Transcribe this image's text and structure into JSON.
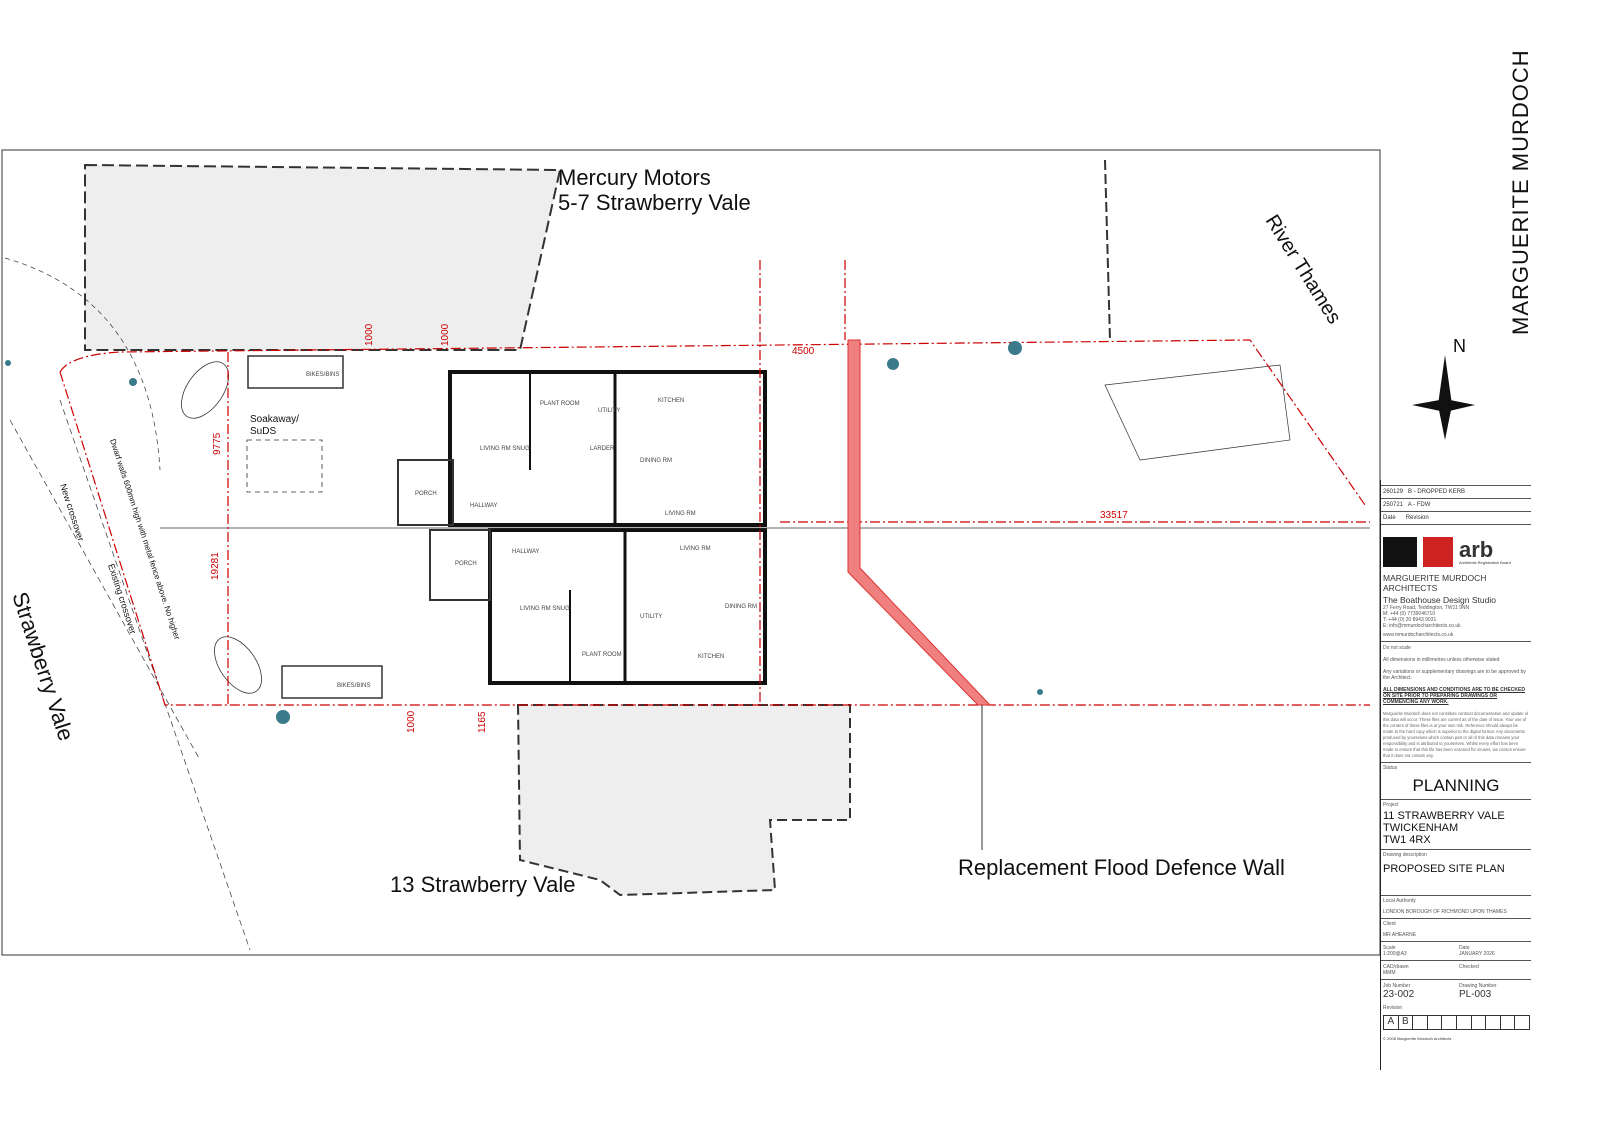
{
  "firm_vertical": "MARGUERITE   MURDOCH",
  "north": "N",
  "labels": {
    "mercury_1": "Mercury Motors",
    "mercury_2": "5-7 Strawberry Vale",
    "river": "River Thames",
    "street": "Strawberry Vale",
    "neighbour": "13 Strawberry Vale",
    "wall": "Replacement Flood Defence Wall",
    "soakaway_1": "Soakaway/",
    "soakaway_2": "SuDS",
    "new_crossover": "New crossover",
    "existing_crossover": "Existing crossover",
    "dwarf": "Dwarf walls 600mm high with metal fence above. No higher",
    "bikes": "BIKES/BINS"
  },
  "rooms": {
    "plant": "PLANT ROOM",
    "utility": "UTILITY",
    "kitchen": "KITCHEN",
    "snug": "LIVING RM SNUG",
    "larder": "LARDER",
    "dining": "DINING RM",
    "living": "LIVING RM",
    "porch": "PORCH",
    "hallway": "HALLWAY"
  },
  "dims": {
    "d1": "1000",
    "d2": "1000",
    "d3": "4500",
    "d4": "9775",
    "d5": "19281",
    "d6": "33517",
    "d7": "1000",
    "d8": "1165"
  },
  "title_block": {
    "revisions": [
      {
        "date": "260129",
        "rev": "B - DROPPED KERB"
      },
      {
        "date": "250721",
        "rev": "A - FDW"
      }
    ],
    "rev_head_date": "Date",
    "rev_head": "Revision",
    "arb": "arb",
    "arb_sub": "Architects Registration Board",
    "firm": "MARGUERITE MURDOCH ARCHITECTS",
    "studio": "The Boathouse Design Studio",
    "address": "27 Ferry Road, Teddington, TW11 9NN",
    "mobile": "M: +44 (0) 7739046710",
    "tel": "T: +44 (0) 20 8943 9031",
    "email": "E: info@mmurdocharchitects.co.uk",
    "web": "www.mmurdocharchitects.co.uk",
    "note1": "Do not scale",
    "note2": "All dimensions in millimetres unless otherwise stated",
    "note3": "Any variations or supplementary drawings are to be approved by the Architect.",
    "note4": "ALL DIMENSIONS AND CONDITIONS ARE TO BE CHECKED ON SITE PRIOR TO PREPARING DRAWINGS OR COMMENCING ANY WORK.",
    "disclaimer": "Marguerite Murdoch does not constitute contract documentation and update of this data will occur. These files are current as of the date of issue. Your use of the content of these files is at your own risk. Reference should always be made to the hard copy which is superior to the digital format. Any documents produced by yourselves which contain part or all of this data remains your responsibility and is attributed to yourselves. Whilst every effort has been made to ensure that this file has been scanned for viruses, we cannot ensure that it does not contain any.",
    "status_label": "Status",
    "status": "PLANNING",
    "project_label": "Project",
    "project_1": "11 STRAWBERRY VALE",
    "project_2": "TWICKENHAM",
    "project_3": "TW1 4RX",
    "desc_label": "Drawing description",
    "desc": "PROPOSED SITE PLAN",
    "authority_label": "Local Authority",
    "authority": "LONDON BOROUGH OF RICHMOND UPON THAMES",
    "client_label": "Client",
    "client": "MR AHEARNE",
    "scale_label": "Scale",
    "scale": "1:200@A3",
    "date_label": "Date",
    "date": "JANUARY 2026",
    "cad_label": "CAD/drawn",
    "cad": "MMM",
    "checked_label": "Checked",
    "job_label": "Job Number",
    "job": "23-002",
    "dwg_label": "Drawing Number",
    "dwg": "PL-003",
    "revision_label": "Revision",
    "revision_boxes": [
      "A",
      "B",
      "",
      "",
      "",
      "",
      "",
      "",
      "",
      ""
    ],
    "copyright": "© 2006 Marguerite Murdoch Architects"
  }
}
